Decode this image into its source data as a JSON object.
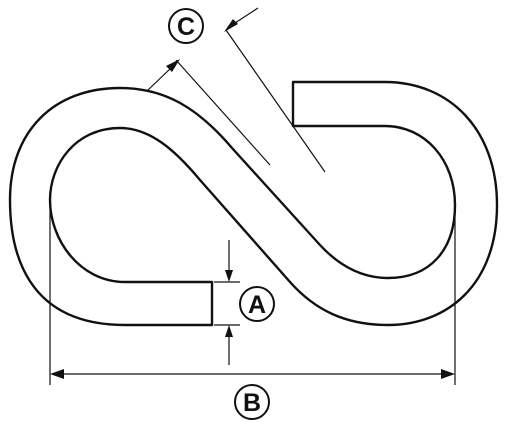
{
  "diagram": {
    "stroke_color": "#111111",
    "background": "#ffffff",
    "labels": {
      "a": "A",
      "b": "B",
      "c": "C"
    }
  }
}
